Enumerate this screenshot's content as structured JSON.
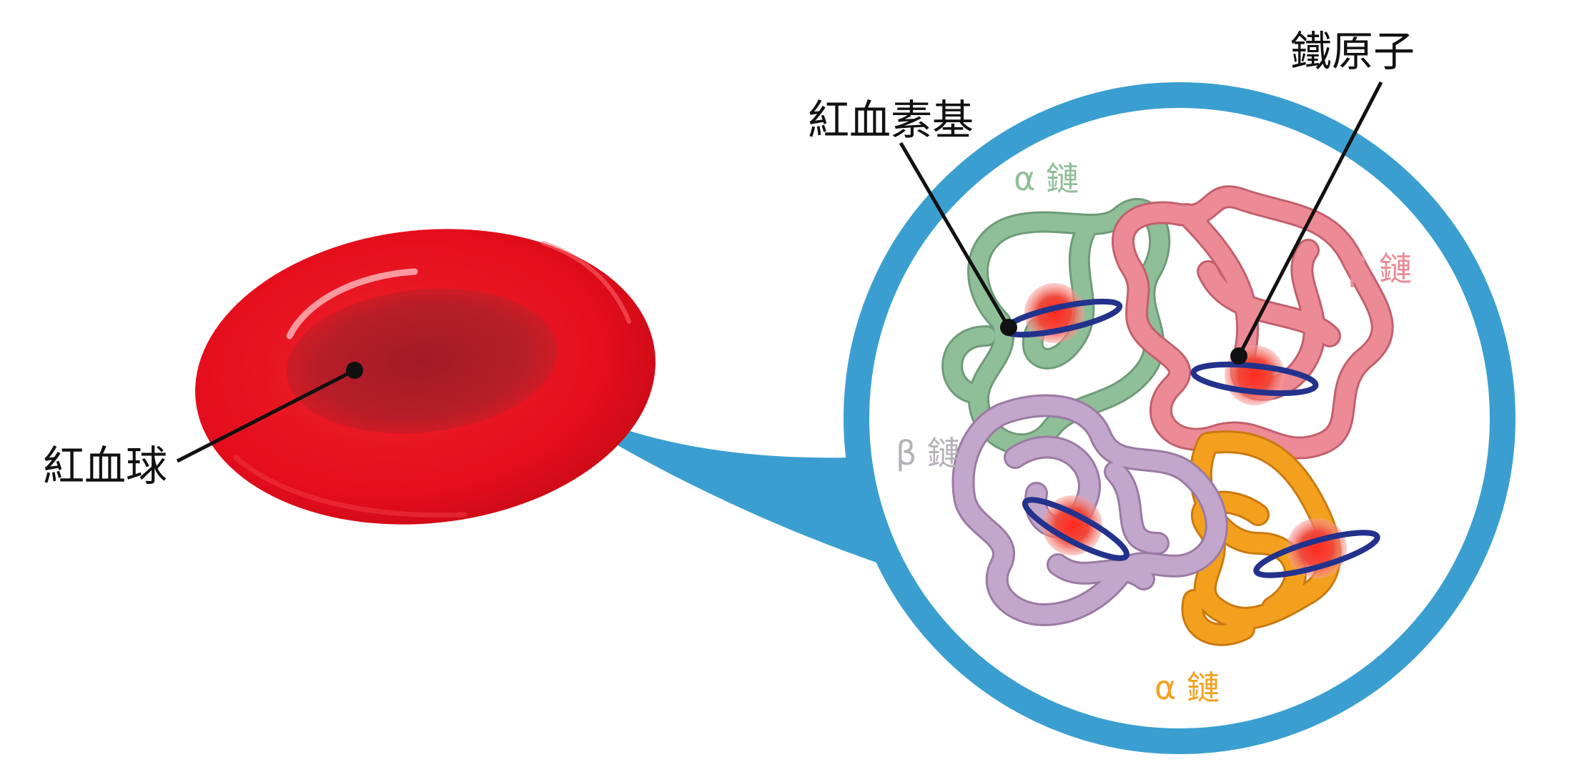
{
  "labels": {
    "red_blood_cell": "紅血球",
    "heme": "紅血素基",
    "iron_atom": "鐵原子"
  },
  "chains": {
    "alpha_top": "α 鏈",
    "beta_right": "β 鏈",
    "beta_left": "β 鏈",
    "alpha_bottom": "α 鏈"
  },
  "colors": {
    "cell": "#e8101c",
    "cell_dark": "#b0202a",
    "magnifier": "#3a9fd0",
    "alpha_top": "#8fbf98",
    "beta_right": "#ec8a95",
    "beta_left": "#c3a6cc",
    "alpha_bottom": "#f4a01f",
    "heme_ring": "#23328c",
    "iron": "#e83a32"
  }
}
